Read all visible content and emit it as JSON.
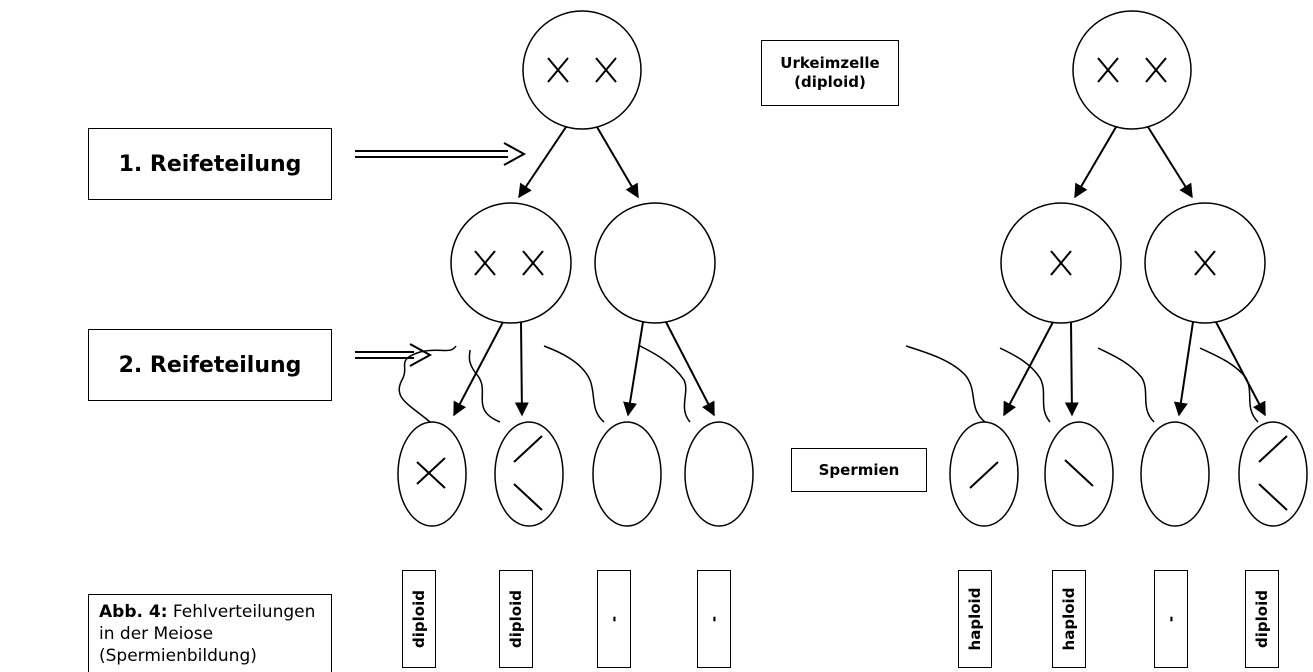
{
  "labels": {
    "division1": "1. Reifeteilung",
    "division2": "2. Reifeteilung",
    "urkeimzelle_line1": "Urkeimzelle",
    "urkeimzelle_line2": "(diploid)",
    "spermien": "Spermien"
  },
  "left_tree": {
    "parent_marks": "× ×",
    "daughter_marks": [
      "× ×",
      ""
    ],
    "sperm_ploidy": [
      "diploid",
      "diploid",
      "-",
      "-"
    ]
  },
  "right_tree": {
    "parent_marks": "× ×",
    "daughter_marks": [
      "×",
      "×"
    ],
    "sperm_ploidy": [
      "haploid",
      "haploid",
      "-",
      "diploid"
    ]
  },
  "caption": {
    "bold": "Abb. 4:",
    "text": " Fehlverteilungen in der Meiose (Spermienbildung)"
  }
}
